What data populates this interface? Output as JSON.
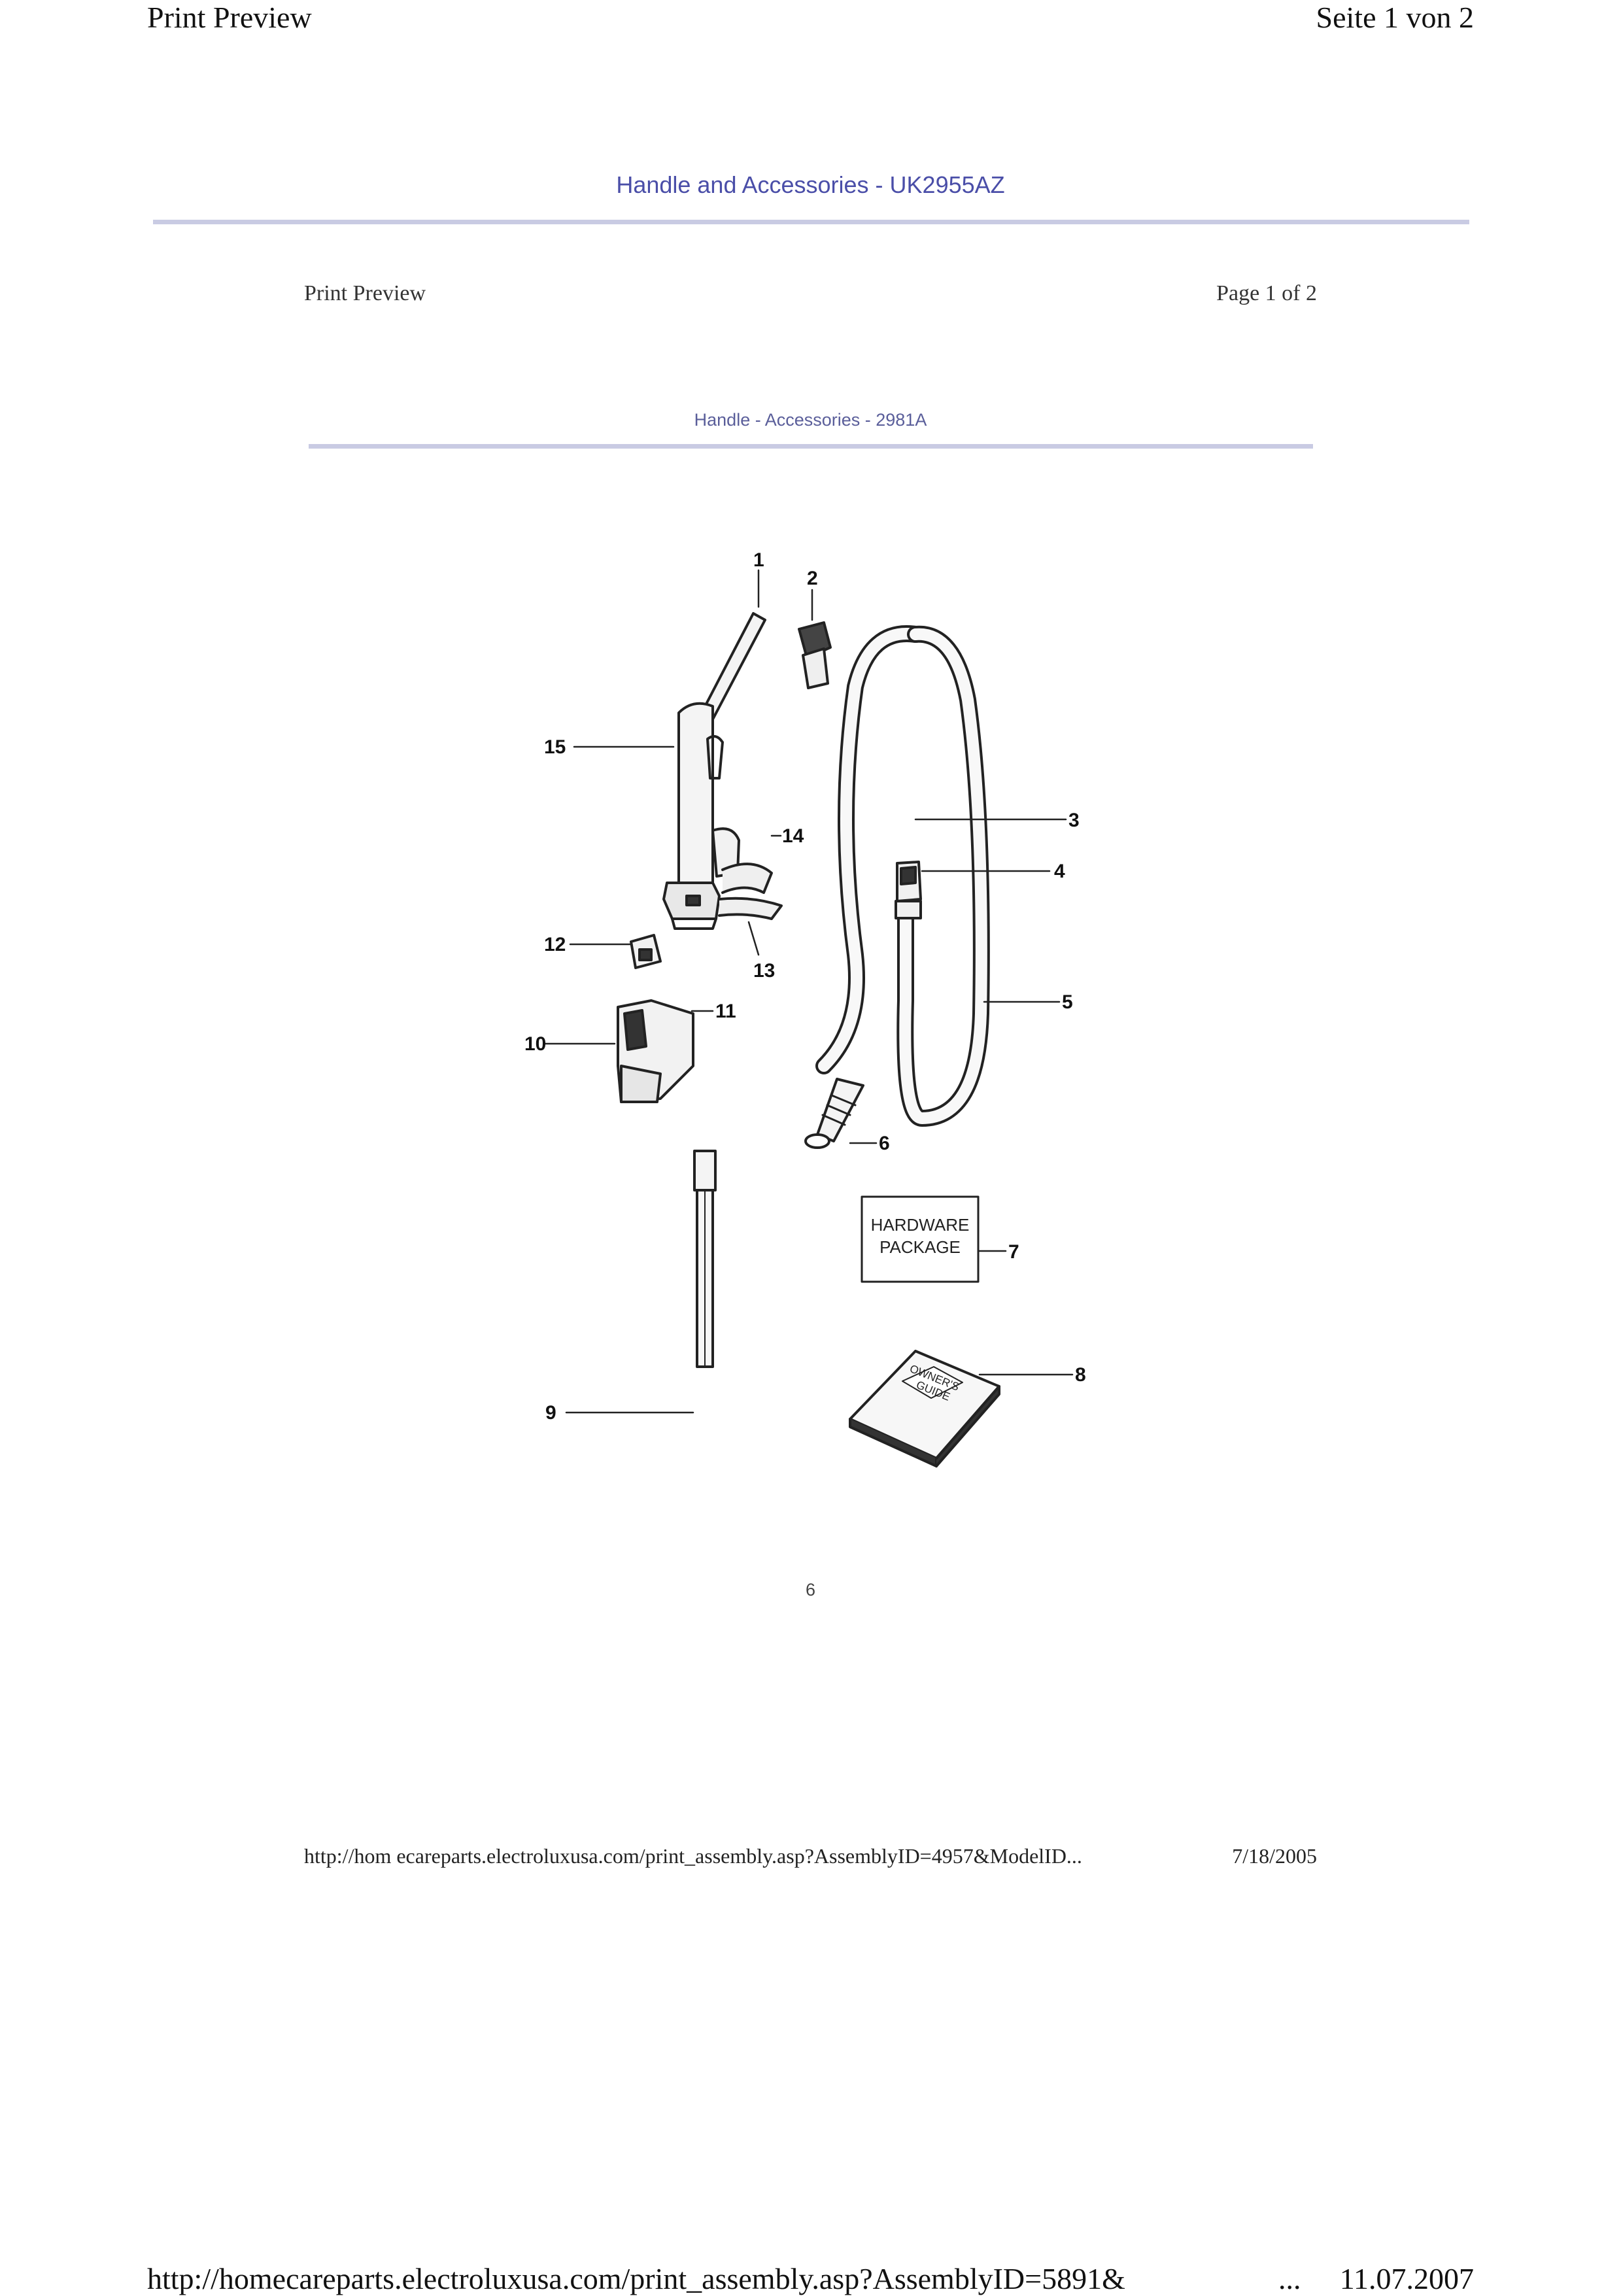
{
  "outer": {
    "header_left": "Print Preview",
    "header_right": "Seite 1 von 2",
    "title": "Handle and Accessories - UK2955AZ",
    "footer_url": "http://homecareparts.electroluxusa.com/print_assembly.asp?AssemblyID=5891&",
    "footer_ellipsis": "...",
    "footer_date": "11.07.2007"
  },
  "inner": {
    "header_left": "Print Preview",
    "header_right": "Page 1 of 2",
    "title": "Handle - Accessories - 2981A",
    "page_number": "6",
    "footer_url": "http://hom ecareparts.electroluxusa.com/print_assembly.asp?AssemblyID=4957&ModelID...",
    "footer_date": "7/18/2005"
  },
  "diagram": {
    "callouts": [
      "1",
      "2",
      "3",
      "4",
      "5",
      "6",
      "7",
      "8",
      "9",
      "10",
      "11",
      "12",
      "13",
      "14",
      "15"
    ],
    "hardware_package": [
      "HARDWARE",
      "PACKAGE"
    ],
    "owners_guide": [
      "OWNER'S",
      "GUIDE"
    ]
  }
}
